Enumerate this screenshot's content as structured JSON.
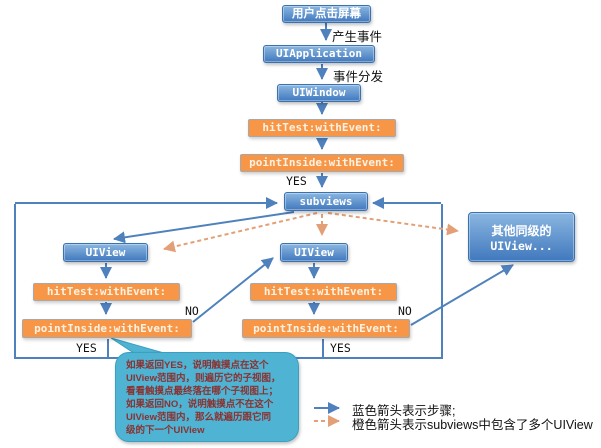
{
  "nodes": {
    "user_tap": "用户点击屏幕",
    "uiapplication": "UIApplication",
    "uiwindow": "UIWindow",
    "hittest": "hitTest:withEvent:",
    "pointinside": "pointInside:withEvent:",
    "subviews": "subviews",
    "uiview": "UIView",
    "other_uiview_line1": "其他同级的",
    "other_uiview_line2": "UIView..."
  },
  "labels": {
    "produce_event": "产生事件",
    "dispatch_event": "事件分发",
    "yes": "YES",
    "no": "NO"
  },
  "callout": {
    "lines": [
      "如果返回YES，说明触摸点在这个",
      "UIView范围内，则遍历它的子视图，",
      "看看触摸点最终落在哪个子视图上；",
      "如果返回NO，说明触摸点不在这个",
      "UIView范围内，那么就遍历跟它同",
      "级的下一个UIView"
    ]
  },
  "legend": {
    "blue": "蓝色箭头表示步骤;",
    "orange": "橙色箭头表示subviews中包含了多个UIView"
  },
  "colors": {
    "blue_arrow": "#4F81BD",
    "orange_arrow": "#E3A077",
    "blue_box_top": "#8AB6E0",
    "blue_box_bottom": "#4179BE",
    "orange_box": "#F79646",
    "bubble_bg": "#4FB3D4",
    "bubble_text": "#8B3230"
  }
}
